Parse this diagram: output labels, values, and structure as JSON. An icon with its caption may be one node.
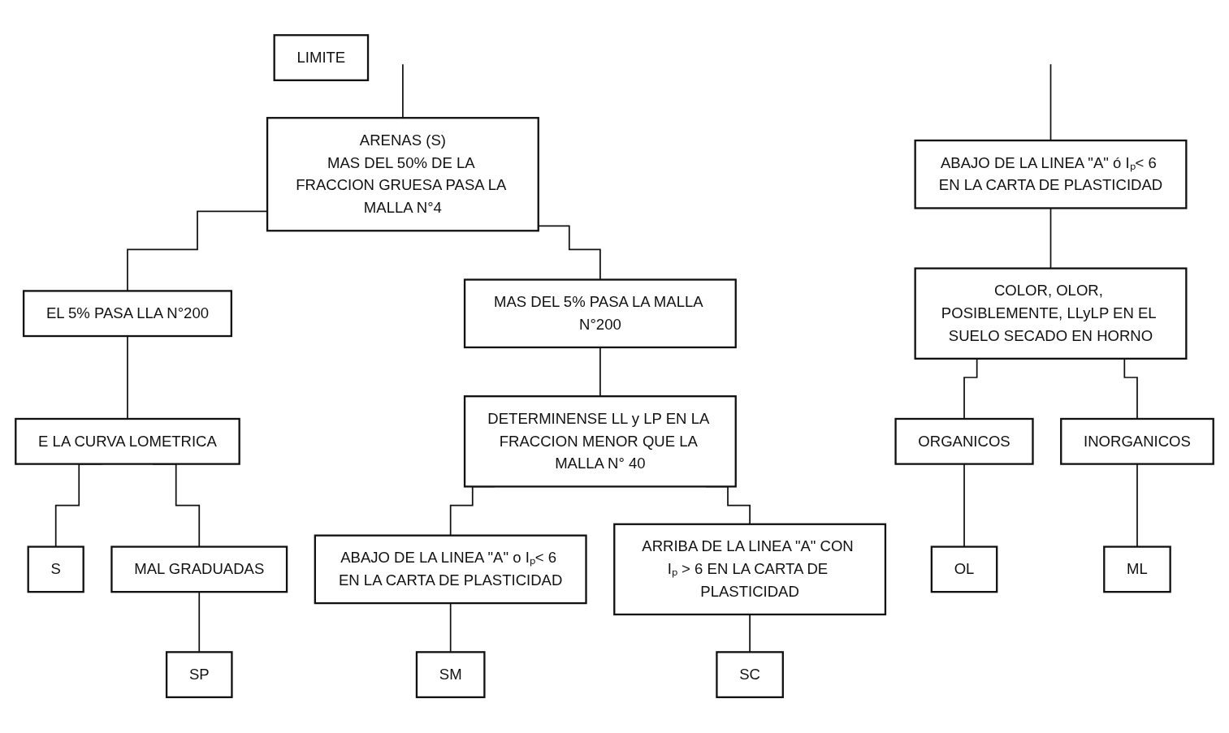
{
  "diagram": {
    "nodes": [
      {
        "text": [
          "ARENAS (S)",
          "MAS DEL 50% DE LA FRACCION GRUESA PASA LA MALLA N°4"
        ]
      },
      {
        "text": [
          "EL 5% PASA LLA N°200"
        ]
      },
      {
        "text": [
          "MAS DEL 5% PASA LA MALLA N°200"
        ]
      },
      {
        "text": [
          "E LA CURVA LOMETRICA"
        ]
      },
      {
        "text": [
          "DETERMINENSE LL y LP EN LA FRACCION MENOR QUE LA MALLA N° 40"
        ]
      },
      {
        "text": [
          "S"
        ]
      },
      {
        "text": [
          "MAL GRADUADAS"
        ]
      },
      {
        "text": [
          "ABAJO DE LA LINEA \"A\" o Iₚ< 6 EN LA CARTA DE PLASTICIDAD"
        ]
      },
      {
        "text": [
          "ARRIBA DE LA LINEA \"A\" CON Iₚ > 6 EN LA CARTA DE PLASTICIDAD"
        ]
      },
      {
        "text": [
          "SP"
        ]
      },
      {
        "text": [
          "SM"
        ]
      },
      {
        "text": [
          "SC"
        ]
      },
      {
        "text": [
          "LIMITE"
        ]
      },
      {
        "text": [
          "ABAJO DE LA LINEA \"A\" ó Iₚ< 6 EN LA CARTA DE PLASTICIDAD"
        ]
      },
      {
        "text": [
          "COLOR, OLOR, POSIBLEMENTE, LLyLP EN EL SUELO SECADO EN HORNO"
        ]
      },
      {
        "text": [
          "ORGANICOS"
        ]
      },
      {
        "text": [
          "INORGANICOS"
        ]
      },
      {
        "text": [
          "OL"
        ]
      },
      {
        "text": [
          "ML"
        ]
      }
    ],
    "edges": [
      {
        "from": null,
        "to": 0,
        "arrow": "none"
      },
      {
        "from": 0,
        "to": 1,
        "arrow": "none"
      },
      {
        "from": 0,
        "to": 2,
        "arrow": "none"
      },
      {
        "from": 1,
        "to": 3,
        "arrow": "none"
      },
      {
        "from": 3,
        "to": 5,
        "arrow": "none"
      },
      {
        "from": 3,
        "to": 6,
        "arrow": "none"
      },
      {
        "from": 6,
        "to": 9,
        "arrow": "none"
      },
      {
        "from": 2,
        "to": 4,
        "arrow": "none"
      },
      {
        "from": 4,
        "to": 7,
        "arrow": "none"
      },
      {
        "from": 4,
        "to": 8,
        "arrow": "none"
      },
      {
        "from": 7,
        "to": 10,
        "arrow": "none"
      },
      {
        "from": 8,
        "to": 11,
        "arrow": "none"
      },
      {
        "from": null,
        "to": 13,
        "arrow": "none"
      },
      {
        "from": 13,
        "to": 14,
        "arrow": "none"
      },
      {
        "from": 14,
        "to": 15,
        "arrow": "none"
      },
      {
        "from": 14,
        "to": 16,
        "arrow": "none"
      },
      {
        "from": 15,
        "to": 17,
        "arrow": "none"
      },
      {
        "from": 16,
        "to": 18,
        "arrow": "none"
      }
    ]
  }
}
